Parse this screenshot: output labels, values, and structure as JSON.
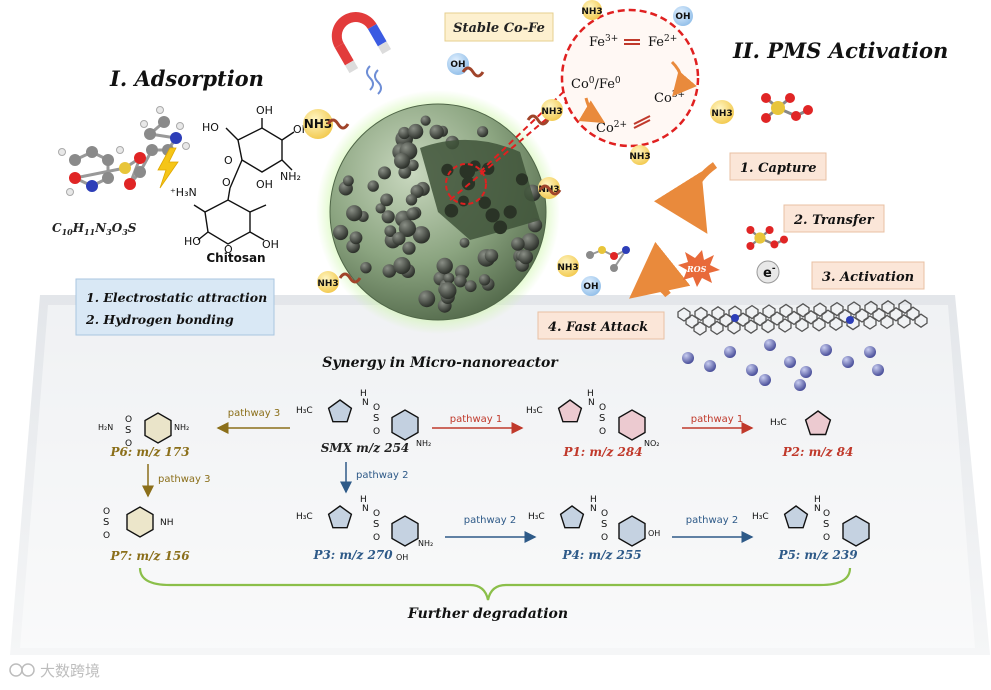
{
  "sections": {
    "adsorption_title": "I. Adsorption",
    "pms_title": "II. PMS Activation",
    "stable": "Stable Co-Fe",
    "synergy": "Synergy in Micro-nanoreactor",
    "further": "Further degradation"
  },
  "molecules": {
    "smx_formula": "C10H11N3O3S",
    "chitosan": "Chitosan"
  },
  "mechanisms": {
    "m1": "1. Electrostatic attraction",
    "m2": "2. Hydrogen bonding"
  },
  "steps": {
    "capture": "1. Capture",
    "transfer": "2. Transfer",
    "activation": "3. Activation",
    "attack": "4. Fast Attack"
  },
  "cycle": {
    "fe3": "Fe3+",
    "fe2": "Fe2+",
    "co0fe0": "Co0/Fe0",
    "co3": "Co3+",
    "co2": "Co2+"
  },
  "groups": {
    "nh3": "NH3",
    "oh": "OH",
    "ros": "ROS",
    "electron": "e"
  },
  "pathways": {
    "p1": "pathway 1",
    "p2": "pathway 2",
    "p3": "pathway 3"
  },
  "products": {
    "smx": "SMX m/z 254",
    "p1": "P1: m/z 284",
    "p2": "P2: m/z 84",
    "p3": "P3: m/z 270",
    "p4": "P4: m/z 255",
    "p5": "P5: m/z 239",
    "p6": "P6: m/z 173",
    "p7": "P7: m/z 156"
  },
  "watermark": "大数跨境",
  "colors": {
    "pathway1": "#c0392b",
    "pathway2": "#2e5a88",
    "pathway3": "#8b6f1a",
    "sphere": "#7f9a76",
    "dashed": "#e02020",
    "step_box": "#fbe6d8",
    "mech_box": "#d9e8f5",
    "stable_box": "#fdf0cf"
  }
}
